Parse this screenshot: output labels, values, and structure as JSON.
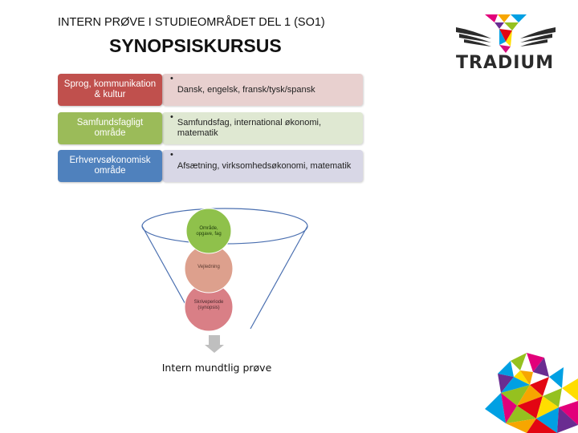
{
  "header": {
    "subtitle": "INTERN PRØVE I STUDIEOMRÅDET DEL 1 (SO1)",
    "title": "SYNOPSISKURSUS"
  },
  "logo": {
    "text": "TRADIUM"
  },
  "rows": [
    {
      "category": "Sprog, kommunikation & kultur",
      "bullet": "•",
      "detail": "Dansk, engelsk, fransk/tysk/spansk",
      "color": "#c0504d",
      "detail_bg": "#e8d0cf"
    },
    {
      "category": "Samfundsfagligt område",
      "bullet": "•",
      "detail": "Samfundsfag, international økonomi, matematik",
      "color": "#9bbb59",
      "detail_bg": "#dfe8d2"
    },
    {
      "category": "Erhvervsøkonomisk område",
      "bullet": "•",
      "detail": "Afsætning, virksomhedsøkonomi, matematik",
      "color": "#4f81bd",
      "detail_bg": "#d8d7e6"
    }
  ],
  "funnel": {
    "steps": [
      {
        "label": "Område, opgave, fag",
        "color": "#8fc14b"
      },
      {
        "label": "Vejledning",
        "color": "#dda08d"
      },
      {
        "label": "Skriveperiode (synopsis)",
        "color": "#d97f86"
      }
    ],
    "result": "Intern mundtlig prøve",
    "funnel_color": "#4a6fb0",
    "arrow_color": "#bfbfbf"
  }
}
